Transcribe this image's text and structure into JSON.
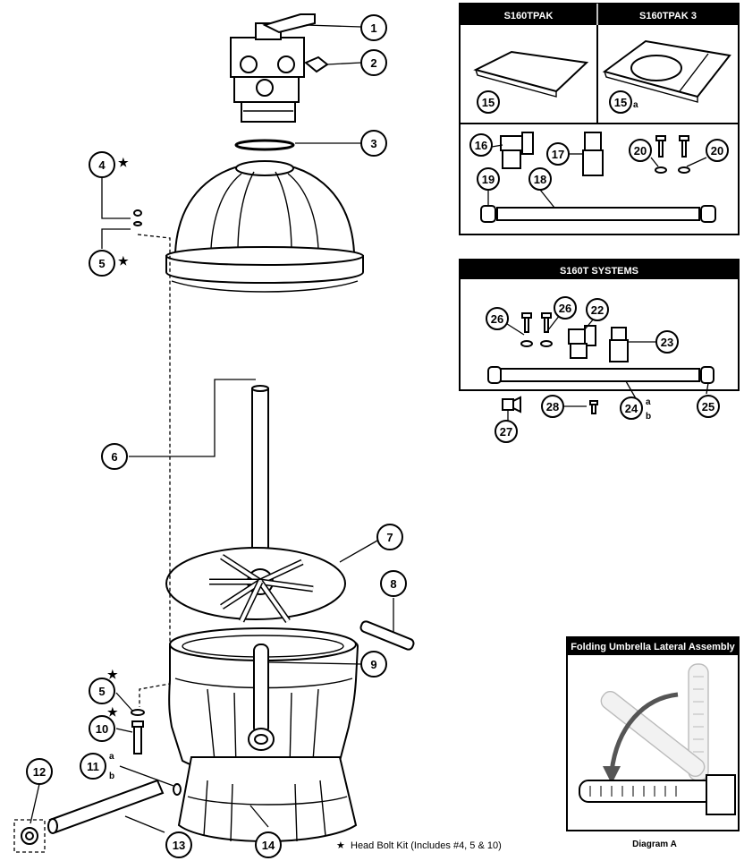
{
  "callouts": {
    "c1": "1",
    "c2": "2",
    "c3": "3",
    "c4": "4",
    "c5": "5",
    "c5b": "5",
    "c6": "6",
    "c7": "7",
    "c8": "8",
    "c9": "9",
    "c10": "10",
    "c11": "11",
    "c12": "12",
    "c13": "13",
    "c14": "14",
    "c15": "15",
    "c15a": "15",
    "c16": "16",
    "c17": "17",
    "c18": "18",
    "c19": "19",
    "c20": "20",
    "c20b": "20",
    "c22": "22",
    "c23": "23",
    "c24": "24",
    "c25": "25",
    "c26": "26",
    "c26b": "26",
    "c27": "27",
    "c28": "28"
  },
  "suffix": {
    "a": "a",
    "b": "b"
  },
  "star": "★",
  "panel_pak": {
    "left_title": "S160TPAK",
    "right_title": "S160TPAK 3"
  },
  "panel_systems": {
    "title": "S160T SYSTEMS"
  },
  "diagram_a": {
    "title": "Folding Umbrella Lateral Assembly",
    "caption": "Diagram A"
  },
  "footnote": {
    "star": "★",
    "text": "Head Bolt Kit (Includes #4, 5 & 10)"
  }
}
